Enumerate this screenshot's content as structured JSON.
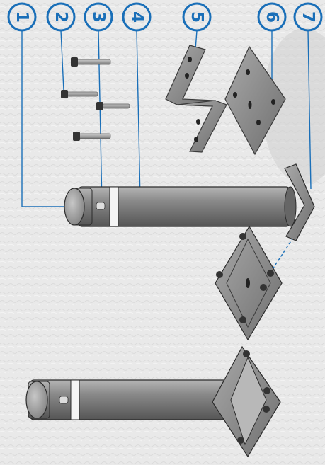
{
  "diagram": {
    "callouts": [
      {
        "id": "1",
        "label": "1"
      },
      {
        "id": "2",
        "label": "2"
      },
      {
        "id": "3",
        "label": "3"
      },
      {
        "id": "4",
        "label": "4"
      },
      {
        "id": "5",
        "label": "5"
      },
      {
        "id": "6",
        "label": "6"
      },
      {
        "id": "7",
        "label": "7"
      }
    ],
    "colors": {
      "callout": "#1a6fb8",
      "metal": "#8a8a8a",
      "tube": "#7d7d7d",
      "background": "#e9e9e9"
    }
  }
}
